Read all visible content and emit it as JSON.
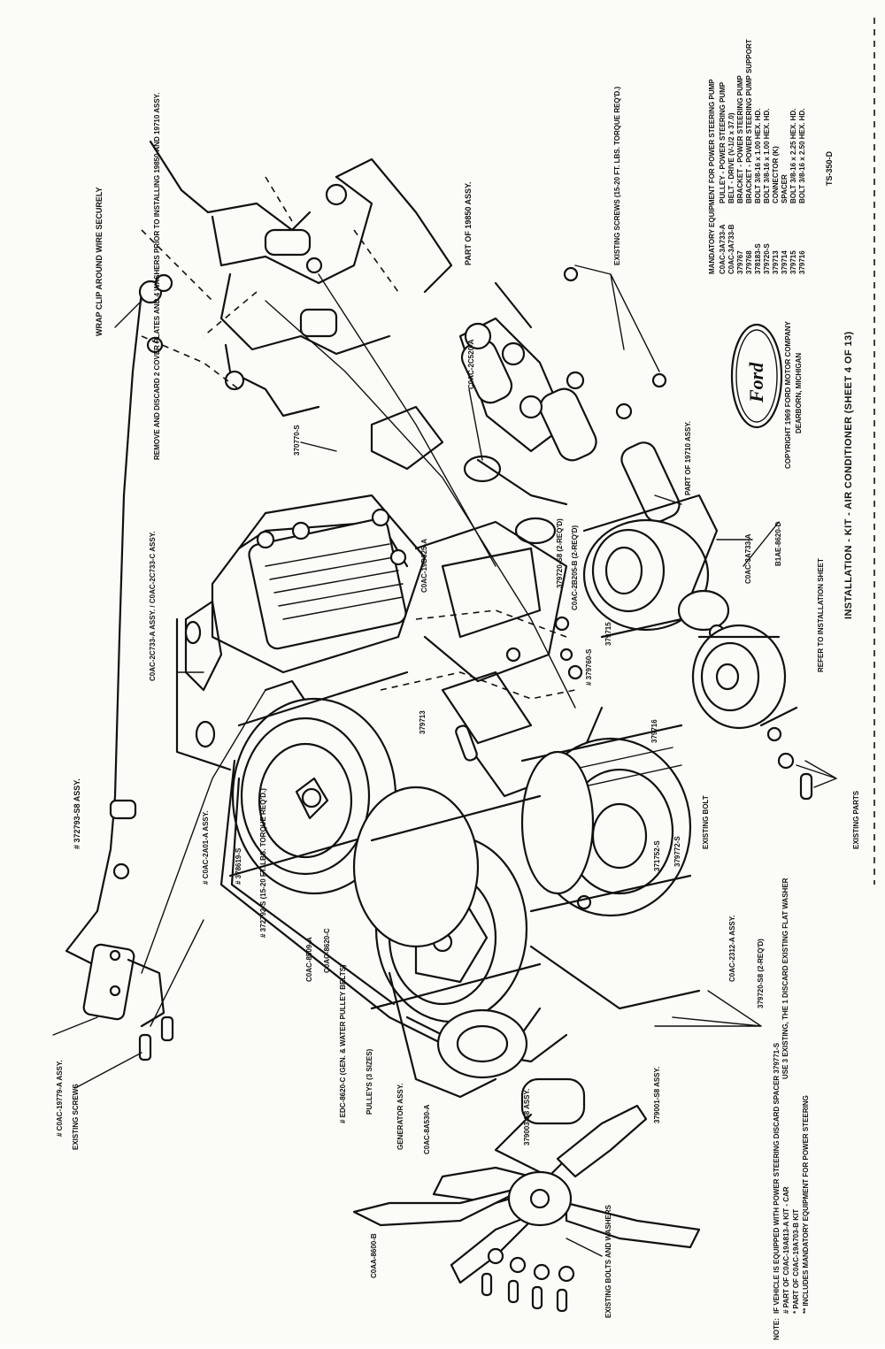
{
  "document": {
    "title": "INSTALLATION - KIT - AIR CONDITIONER (SHEET 4 OF 13)",
    "drawing_number": "TS-350-D",
    "copyright": "COPYRIGHT 1969 FORD MOTOR COMPANY",
    "location": "DEARBORN, MICHIGAN",
    "logo_text": "Ford"
  },
  "mandatory_equipment": {
    "heading": "MANDATORY EQUIPMENT FOR POWER STEERING PUMP",
    "rows": [
      {
        "part": "C0AC-3A733-A",
        "desc": "PULLEY - POWER STEERING PUMP"
      },
      {
        "part": "C0AC-3A733-B",
        "desc": "BELT - DRIVE (V-1/2 x 37.0)"
      },
      {
        "part": "379767",
        "desc": "BRACKET - POWER STEERING PUMP"
      },
      {
        "part": "379768",
        "desc": "BRACKET - POWER STEERING PUMP SUPPORT"
      },
      {
        "part": "378183-S",
        "desc": "BOLT 3/8-16 x 1.00 HEX. HD."
      },
      {
        "part": "379720-S",
        "desc": "BOLT 3/8-16 x 1.00 HEX. HD."
      },
      {
        "part": "379713",
        "desc": "CONNECTOR (K)"
      },
      {
        "part": "379714",
        "desc": "SPACER"
      },
      {
        "part": "379715",
        "desc": "BOLT 3/8-16 x 2.25 HEX. HD."
      },
      {
        "part": "379716",
        "desc": "BOLT 3/8-16 x 2.50 HEX. HD."
      }
    ]
  },
  "callouts": {
    "wrap_clip": "WRAP CLIP AROUND WIRE SECURELY",
    "part_19850": "PART OF 19850 ASSY.",
    "c0ac_2c520": "C0AC-2C520-A",
    "existing_screws_top": "EXISTING SCREWS (15-20 FT. LBS. TORQUE REQ'D.)",
    "part_19710": "PART OF 19710 ASSY.",
    "remove_discard": "REMOVE AND DISCARD 2 COVER PLATES AND 4 WASHERS PRIOR TO INSTALLING 19850 AND 19710 ASSY.",
    "p370770": "370770-S",
    "c0ac_2c733_3c": "C0AC-2C733-A ASSY. / C0AC-2C733-C ASSY.",
    "c0ac_19d625": "C0AC-19D625-A",
    "p379720_58": "379720-S8 (2-REQ'D)",
    "c0ac_2b205": "C0AC-2B205-B (2-REQ'D)",
    "refer_note": "REFER TO INSTALLATION SHEET",
    "c0ac_3a733_a": "C0AC-3A733-A",
    "bjp_8620": "B1AE-8620-D",
    "p379715": "379715",
    "p379713": "379713",
    "p379716": "379716",
    "existing_parts": "EXISTING PARTS",
    "existing_bolt": "EXISTING BOLT",
    "p379772": "379772-S",
    "p371752": "371752-S",
    "p379760_s": "# 379760-S",
    "p372793_a": "# 372793-S8 ASSY.",
    "c0ac_2a01": "# C0AC-2A01-A ASSY.",
    "p378619": "# 378619-S",
    "torque_req": "# 372792-S (15-20 FT. LBS. TORQUE REQ'D.)",
    "c0ac_8509": "C0AC-8509-A",
    "c0ac_8620_c": "C0AC-8620-C",
    "c0ac_19779_a": "# C0AC-19779-A ASSY.",
    "existing_screws_left": "EXISTING SCREWS",
    "gen_water": "# EDC-8620-C (GEN. & WATER PULLEY BELTS)",
    "pulleys": "PULLEYS (3 SIZES)",
    "generator": "GENERATOR ASSY.",
    "c0ac_8509_mid": "C0AC-8A530-A",
    "c0aa_8600": "C0AA-8600-B",
    "p379003": "379003-S8 ASSY.",
    "p379001": "379001-S8 ASSY.",
    "c0ac_2312": "C0AC-2312-A ASSY.",
    "p379720_bot": "379720-S8 (2-REQ'D)",
    "use_existing": "USE 3 EXISTING, THE 1 DISCARD EXISTING FLAT WASHER",
    "existing_bolts": "EXISTING BOLTS AND WASHERS"
  },
  "notes": {
    "heading": "NOTE:",
    "items": [
      "IF VEHICLE IS EQUIPPED WITH POWER STEERING DISCARD SPACER 379771-S",
      "# PART OF C0AC-19A813-A KIT - CAR",
      "* PART OF C0AC-19A703-B KIT",
      "** INCLUDES MANDATORY EQUIPMENT FOR POWER STEERING"
    ]
  },
  "colors": {
    "ink": "#111111",
    "paper": "#fbfbf8"
  }
}
